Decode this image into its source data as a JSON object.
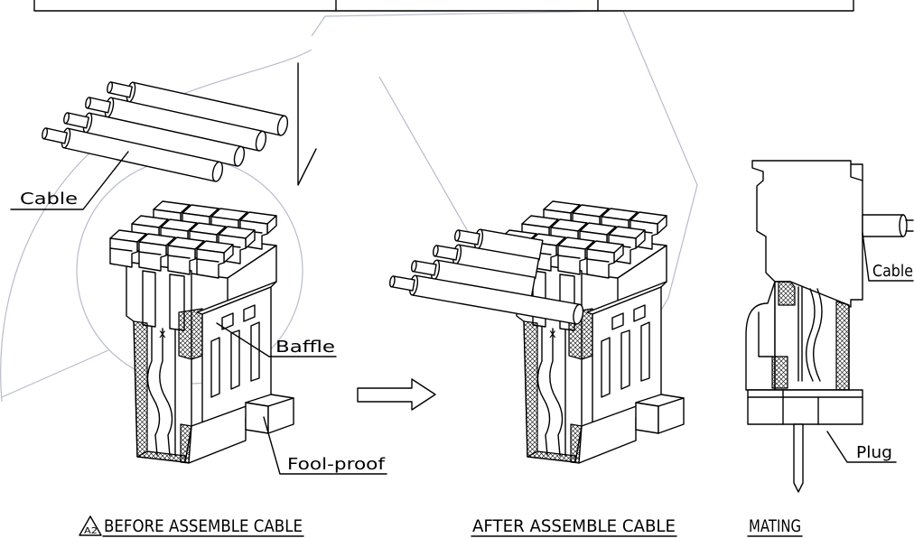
{
  "labels": {
    "cable_left": "Cable",
    "baffle": "Baffle",
    "fool_proof": "Fool-proof",
    "cable_right": "Cable",
    "plug": "Plug",
    "contact_mark": "x"
  },
  "captions": {
    "revision_mark": "A2",
    "before": "BEFORE ASSEMBLE CABLE",
    "after": "AFTER ASSEMBLE CABLE",
    "mating": "MATING"
  },
  "colors": {
    "line": "#000000",
    "watermark": "#b8bccb",
    "background": "#ffffff"
  }
}
